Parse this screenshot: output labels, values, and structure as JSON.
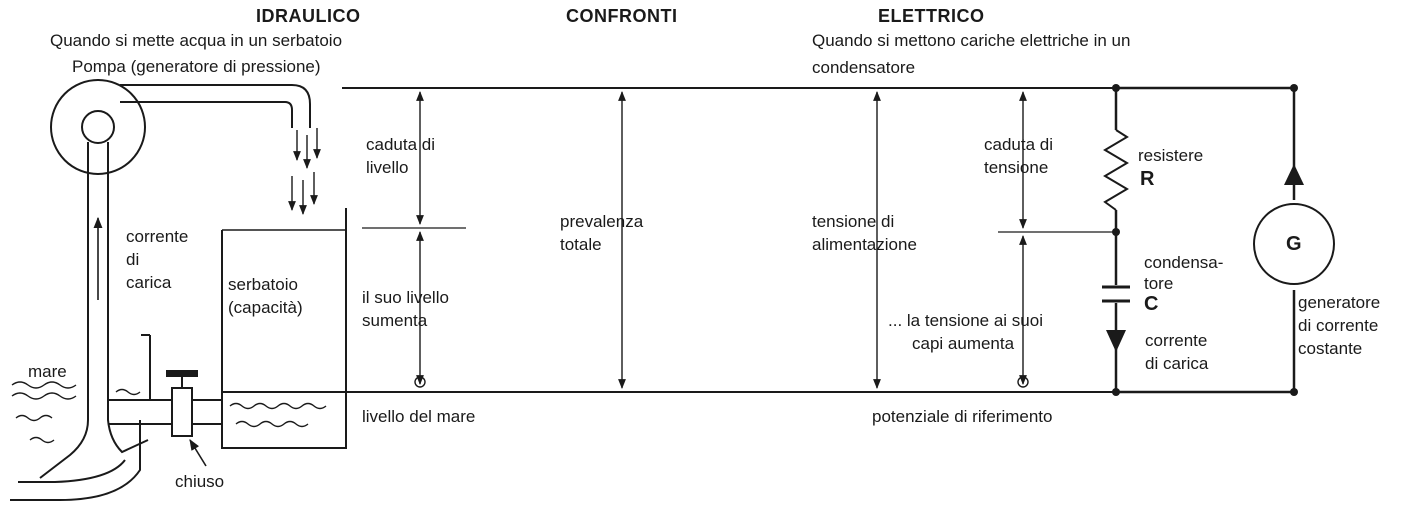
{
  "headers": {
    "hydraulic": "IDRAULICO",
    "compare": "CONFRONTI",
    "electric": "ELETTRICO"
  },
  "hydraulic": {
    "intro": "Quando si mette acqua in un serbatoio",
    "pump": "Pompa (generatore di pressione)",
    "charge_current": [
      "corrente",
      "di",
      "carica"
    ],
    "sea": "mare",
    "tank": [
      "serbatoio",
      "(capacità)"
    ],
    "closed": "chiuso",
    "level_drop": [
      "caduta di",
      "livello"
    ],
    "level_rises": [
      "il suo livello",
      "sumenta"
    ],
    "sea_level": "livello del mare"
  },
  "compare": {
    "total_head": [
      "prevalenza",
      "totale"
    ]
  },
  "electric": {
    "intro": "Quando si mettono cariche elettriche in un",
    "intro2": "condensatore",
    "supply_voltage": [
      "tensione di",
      "alimentazione"
    ],
    "voltage_drop": [
      "caduta di",
      "tensione"
    ],
    "voltage_rises": [
      "... la tensione ai suoi",
      "capi aumenta"
    ],
    "reference": "potenziale di riferimento",
    "resistor": "resistere",
    "resistor_symbol": "R",
    "capacitor": [
      "condensa-",
      "tore"
    ],
    "capacitor_symbol": "C",
    "charge_current": [
      "corrente",
      "di carica"
    ],
    "generator_symbol": "G",
    "generator": [
      "generatore",
      "di corrente",
      "costante"
    ]
  }
}
